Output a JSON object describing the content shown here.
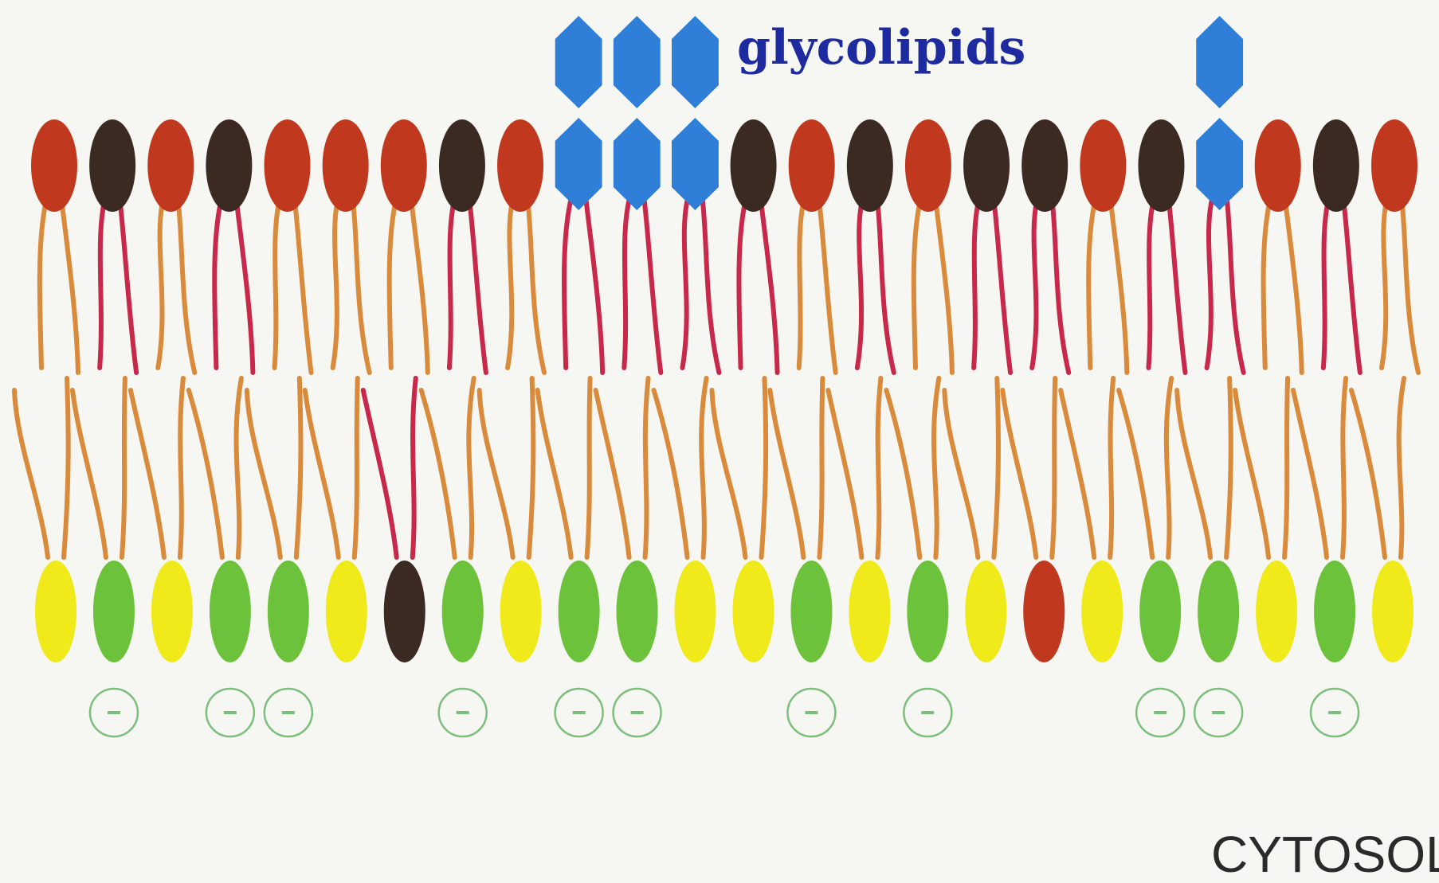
{
  "labels": {
    "glycolipids": "glycolipids",
    "cytosol": "CYTOSOL"
  },
  "colors": {
    "background": "#f6f6f3",
    "red_head": "#c0391f",
    "dark_head": "#3a2a22",
    "yellow_head": "#f0ea1a",
    "green_head": "#6cc23a",
    "sugar_blue": "#2f7fd8",
    "tail_orange": "#d98a3a",
    "tail_red": "#c8284a",
    "charge_circle": "#7bbf7b",
    "label_glycolipids": "#1d2aa0",
    "label_cytosol": "#2a2a2a"
  },
  "outer_leaflet": {
    "heads": [
      "red",
      "dark",
      "red",
      "dark",
      "red",
      "red",
      "red",
      "dark",
      "red",
      "blue",
      "blue",
      "blue",
      "dark",
      "red",
      "dark",
      "red",
      "dark",
      "dark",
      "red",
      "dark",
      "blue",
      "red",
      "dark",
      "red"
    ],
    "glycolipid_sugar_units": [
      0,
      0,
      0,
      0,
      0,
      0,
      0,
      0,
      0,
      2,
      2,
      2,
      0,
      0,
      0,
      0,
      0,
      0,
      0,
      0,
      2,
      0,
      0,
      0
    ]
  },
  "inner_leaflet": {
    "heads": [
      "yellow",
      "green",
      "yellow",
      "green",
      "green",
      "yellow",
      "dark",
      "green",
      "yellow",
      "green",
      "green",
      "yellow",
      "yellow",
      "green",
      "yellow",
      "green",
      "yellow",
      "red",
      "yellow",
      "green",
      "green",
      "yellow",
      "green",
      "yellow"
    ],
    "charge_circles": [
      false,
      true,
      false,
      true,
      true,
      false,
      false,
      true,
      false,
      true,
      true,
      false,
      false,
      true,
      false,
      true,
      false,
      false,
      false,
      true,
      true,
      false,
      true,
      false
    ]
  }
}
